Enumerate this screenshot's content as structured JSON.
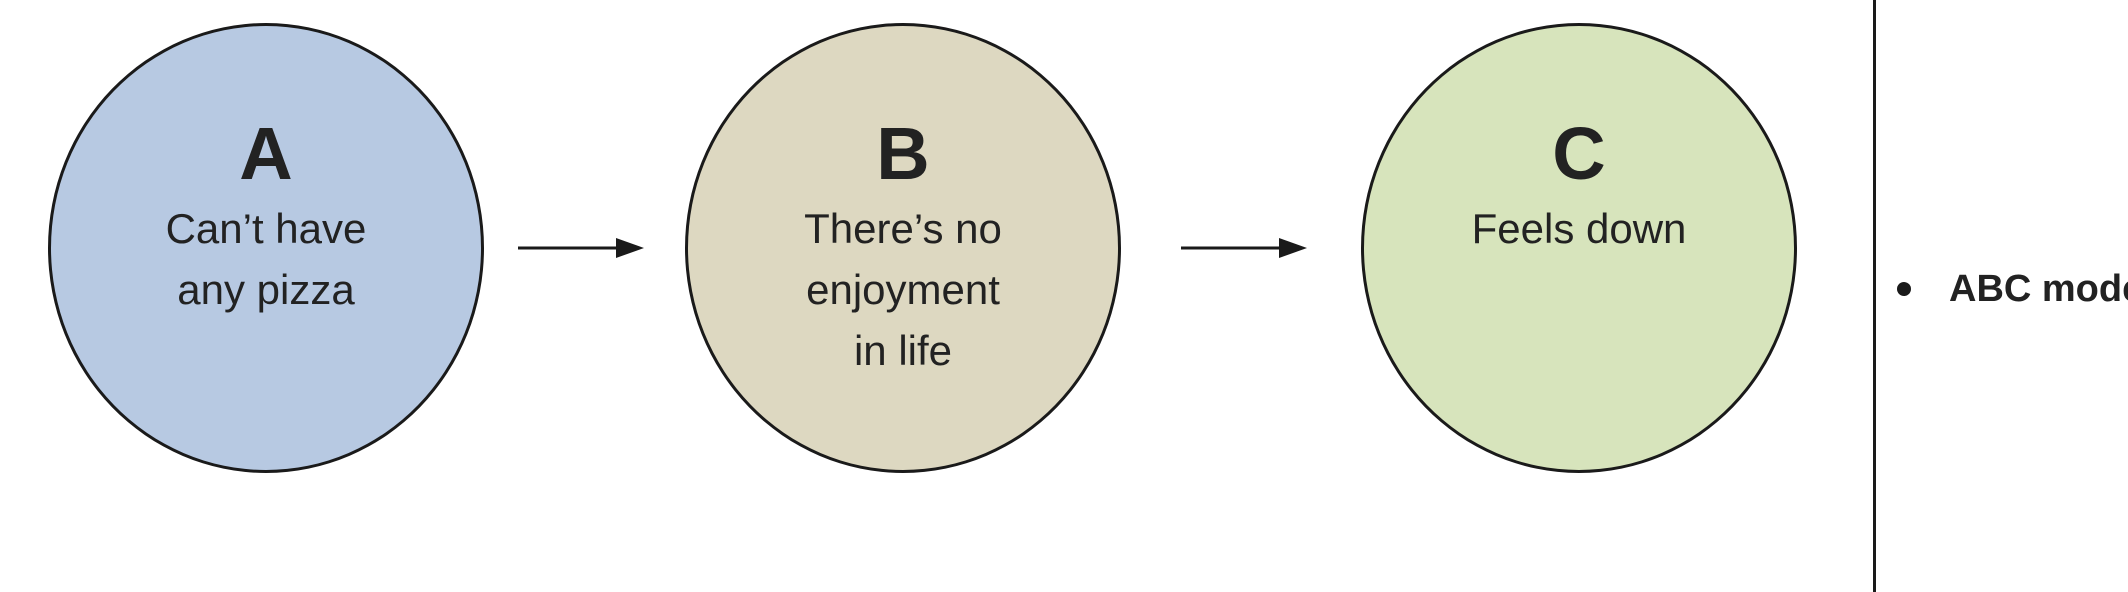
{
  "nodes": [
    {
      "letter": "A",
      "text": "Can’t have any pizza",
      "color": "#b7c9e2"
    },
    {
      "letter": "B",
      "text": "There’s no enjoyment in life",
      "color": "#ddd8c1"
    },
    {
      "letter": "C",
      "text": "Feels down",
      "color": "#d7e4bc"
    }
  ],
  "side_panel": {
    "bullet_text": "ABC mode"
  }
}
